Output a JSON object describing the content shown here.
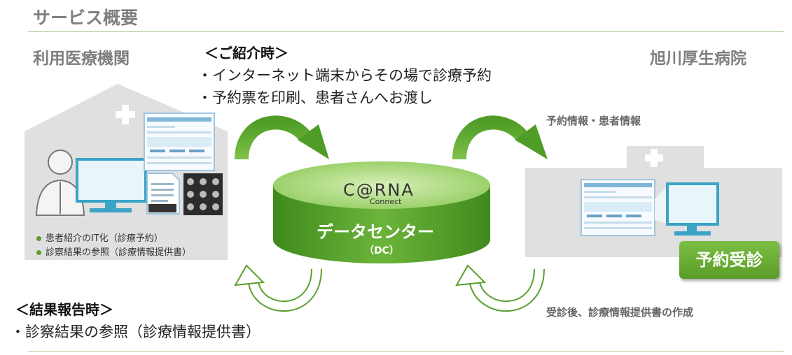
{
  "header": {
    "title": "サービス概要"
  },
  "left": {
    "title": "利用医療機関",
    "legend": [
      "患者紹介のIT化（診療予約）",
      "診察結果の参照（診療情報提供書）"
    ]
  },
  "right": {
    "title": "旭川厚生病院",
    "badge": "予約受診",
    "note_top": "予約情報・患者情報",
    "note_bottom": "受診後、診療情報提供書の作成"
  },
  "referral": {
    "heading": "＜ご紹介時＞",
    "items": [
      "・インターネット端末からその場で診療予約",
      "・予約票を印刷、患者さんへお渡し"
    ]
  },
  "result": {
    "heading": "＜結果報告時＞",
    "items": [
      "・診察結果の参照（診療情報提供書）"
    ]
  },
  "datacenter": {
    "logo_main": "C@RNA",
    "logo_sub": "Connect",
    "label": "データセンター",
    "sublabel": "（DC）"
  },
  "colors": {
    "accent": "#5a9f2f",
    "divider": "#a7c48a",
    "gray_text": "#7f7f7f"
  }
}
